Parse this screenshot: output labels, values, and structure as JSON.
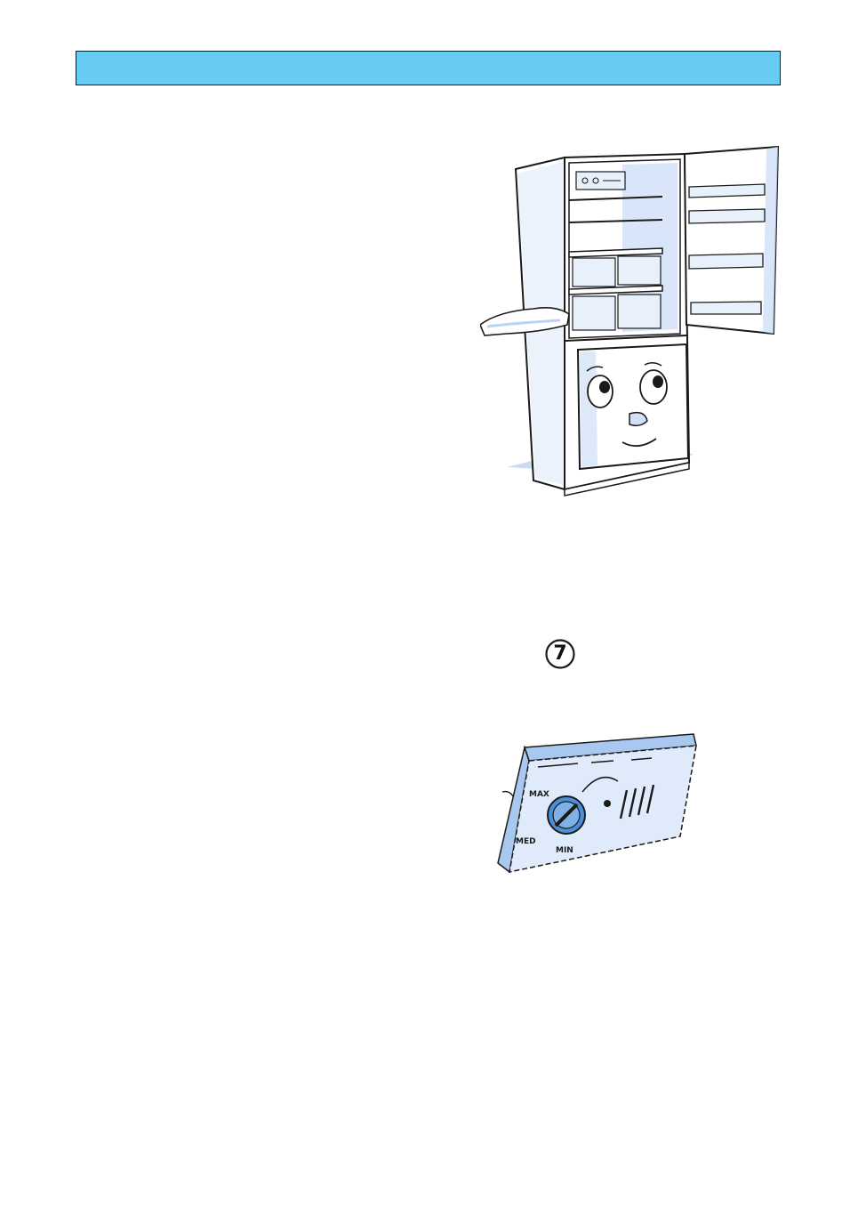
{
  "header": {
    "color": "#66ccf2",
    "title": ""
  },
  "illustrations": {
    "fridge": {
      "icon": "open-fridge-freezer-cartoon-icon",
      "accent_color": "#a8c8f0"
    },
    "step": {
      "number": "7"
    },
    "thermostat": {
      "icon": "thermostat-dial-control-icon",
      "labels": {
        "max": "MAX",
        "mid": "MED",
        "min": "MIN"
      },
      "accent_color": "#4a90d9"
    }
  }
}
